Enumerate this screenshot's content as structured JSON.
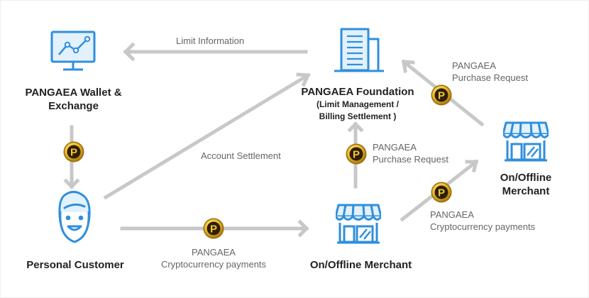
{
  "nodes": {
    "wallet": {
      "label_line1": "PANGAEA Wallet &",
      "label_line2": "Exchange"
    },
    "foundation": {
      "title": "PANGAEA Foundation",
      "sub_line1": "(Limit Management /",
      "sub_line2": "Billing Settlement )"
    },
    "customer": {
      "label": "Personal Customer"
    },
    "merchant_center": {
      "label": "On/Offline Merchant"
    },
    "merchant_right": {
      "label_line1": "On/Offline",
      "label_line2": "Merchant"
    }
  },
  "edges": {
    "limit_info": "Limit Information",
    "account_settlement": "Account Settlement",
    "purchase_top": {
      "line1": "PANGAEA",
      "line2": "Purchase Request"
    },
    "purchase_mid": {
      "line1": "PANGAEA",
      "line2": "Purchase Request"
    },
    "crypto_bottom": {
      "line1": "PANGAEA",
      "line2": "Cryptocurrency payments"
    },
    "crypto_right": {
      "line1": "PANGAEA",
      "line2": "Cryptocurrency payments"
    }
  },
  "coin_glyph": "P",
  "icons": [
    "monitor-chart-icon",
    "building-icon",
    "customer-face-icon",
    "store-icon",
    "coin-icon"
  ],
  "colors": {
    "blue": "#2f8fdd",
    "light_blue": "#e3f1fc",
    "arrow": "#c8c8c8",
    "coin": "#e6b422",
    "coin_dark": "#8a6210"
  }
}
